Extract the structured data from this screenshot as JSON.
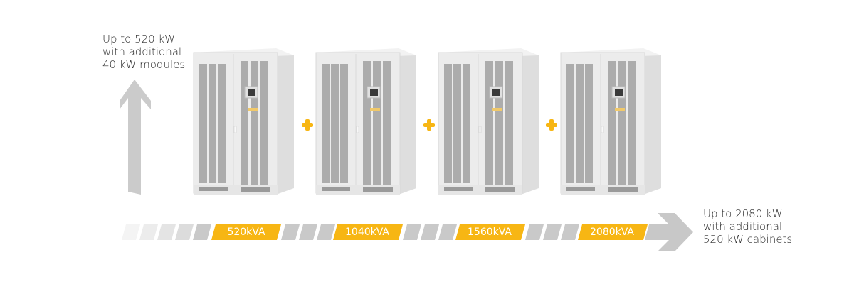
{
  "captions": {
    "vertical": [
      "Up to 520 kW",
      "with additional",
      "40 kW modules"
    ],
    "horizontal": [
      "Up to 2080 kW",
      "with additional",
      "520 kW cabinets"
    ]
  },
  "cabinets": [
    {
      "name": "cabinet-1"
    },
    {
      "name": "cabinet-2"
    },
    {
      "name": "cabinet-3"
    },
    {
      "name": "cabinet-4"
    }
  ],
  "plus_sign": "+",
  "capacity_steps": [
    "520kVA",
    "1040kVA",
    "1560kVA",
    "2080kVA"
  ],
  "colors": {
    "accent": "#f7b614",
    "arrow": "#c8c8c8",
    "cabinet_body": "#ececec",
    "grille": "#a9a9a9"
  }
}
